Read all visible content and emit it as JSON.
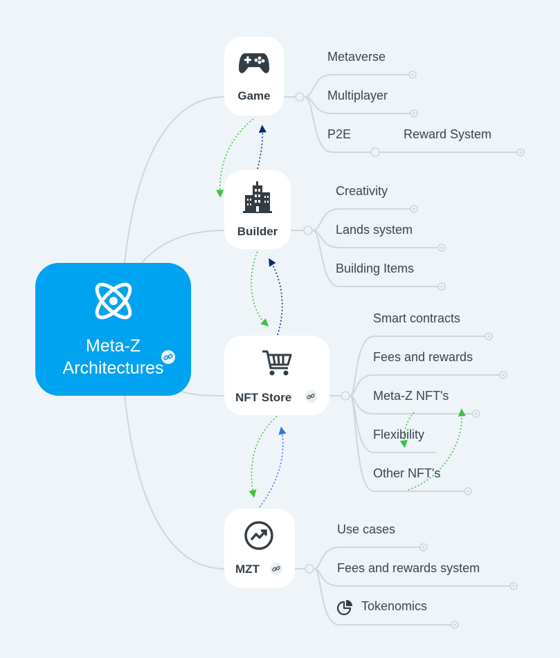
{
  "root": {
    "line1": "Meta-Z",
    "line2": "Architectures",
    "icon": "atom-icon",
    "has_link": true,
    "color": "#00a3ef"
  },
  "branches": [
    {
      "id": "game",
      "label": "Game",
      "icon": "gamepad-icon",
      "children": [
        {
          "label": "Metaverse"
        },
        {
          "label": "Multiplayer"
        },
        {
          "label": "P2E",
          "children": [
            {
              "label": "Reward System"
            }
          ]
        }
      ]
    },
    {
      "id": "builder",
      "label": "Builder",
      "icon": "building-icon",
      "children": [
        {
          "label": "Creativity"
        },
        {
          "label": "Lands system"
        },
        {
          "label": "Building Items"
        }
      ]
    },
    {
      "id": "nft",
      "label": "NFT Store",
      "icon": "cart-icon",
      "has_link": true,
      "children": [
        {
          "label": "Smart contracts"
        },
        {
          "label": "Fees and rewards"
        },
        {
          "label": "Meta-Z NFT's"
        },
        {
          "label": "Flexibility"
        },
        {
          "label": "Other NFT's"
        }
      ]
    },
    {
      "id": "mzt",
      "label": "MZT",
      "icon": "chart-up-icon",
      "has_link": true,
      "children": [
        {
          "label": "Use cases"
        },
        {
          "label": "Fees and rewards system"
        },
        {
          "label": "Tokenomics",
          "icon": "pie-chart-icon"
        }
      ]
    }
  ],
  "relationships": [
    {
      "from": "game",
      "to": "builder",
      "color": "#3cc23c"
    },
    {
      "from": "builder",
      "to": "game",
      "color": "#0b2a6b"
    },
    {
      "from": "builder",
      "to": "nft",
      "color": "#3cc23c"
    },
    {
      "from": "nft",
      "to": "builder",
      "color": "#0b2a6b"
    },
    {
      "from": "nft",
      "to": "mzt",
      "color": "#3cc23c"
    },
    {
      "from": "mzt",
      "to": "nft",
      "color": "#3b6fe8"
    },
    {
      "from": "Meta-Z NFT's",
      "to": "Flexibility",
      "color": "#3cc23c"
    },
    {
      "from": "Other NFT's",
      "to": "Meta-Z NFT's",
      "color": "#3cc23c"
    }
  ],
  "colors": {
    "line": "#cfd6db",
    "background": "#eef4f7",
    "text": "#3a4550"
  }
}
